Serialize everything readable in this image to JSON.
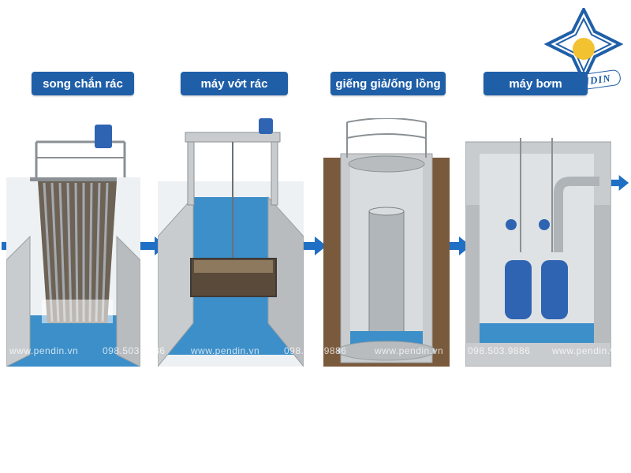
{
  "stages": [
    {
      "label": "song chắn rác",
      "icon": "bar-screen"
    },
    {
      "label": "máy vớt rác",
      "icon": "trash-rake-machine"
    },
    {
      "label": "giếng giả/ống lồng",
      "icon": "dummy-well-sleeve-pipe"
    },
    {
      "label": "máy bơm",
      "icon": "submersible-pumps"
    }
  ],
  "watermark": {
    "website": "www.pendin.vn",
    "phone": "098.503.9886"
  },
  "logo": {
    "text": "PENDIN"
  },
  "colors": {
    "label_bg": "#1f5fa8",
    "arrow": "#1f6fc4",
    "water": "#3d8fc9",
    "concrete": "#c9ccce",
    "pump": "#2f64b3",
    "soil": "#7a5a3c"
  }
}
